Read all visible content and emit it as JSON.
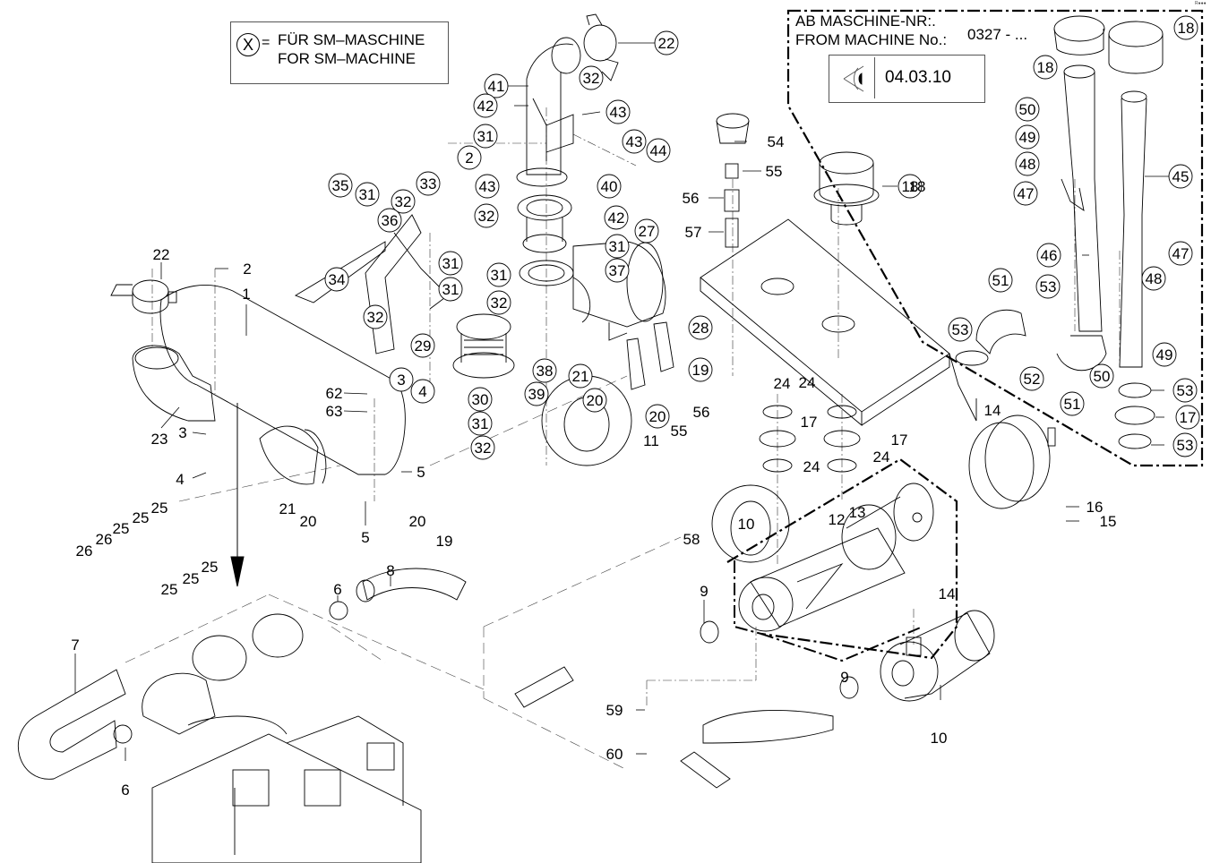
{
  "legend": {
    "symbol": "X",
    "equals": "=",
    "line_de": "FÜR SM–MASCHINE",
    "line_en": "FOR SM–MACHINE"
  },
  "variant_panel": {
    "line_de": "AB MASCHINE-NR:.",
    "line_en": "FROM MACHINE No.:",
    "machine_number": "0327 - ...",
    "reference_icon": "eye-view-icon",
    "reference_code": "04.03.10"
  },
  "corner_mark": "R●●●",
  "callouts_circled": [
    {
      "id": "c22a",
      "label": "22"
    },
    {
      "id": "c41",
      "label": "41"
    },
    {
      "id": "c32a",
      "label": "32"
    },
    {
      "id": "c42a",
      "label": "42"
    },
    {
      "id": "c43a",
      "label": "43"
    },
    {
      "id": "c31a",
      "label": "31"
    },
    {
      "id": "c43b",
      "label": "43"
    },
    {
      "id": "c44",
      "label": "44"
    },
    {
      "id": "c2a",
      "label": "2"
    },
    {
      "id": "c43c",
      "label": "43"
    },
    {
      "id": "c40",
      "label": "40"
    },
    {
      "id": "c35",
      "label": "35"
    },
    {
      "id": "c31b",
      "label": "31"
    },
    {
      "id": "c32b",
      "label": "32"
    },
    {
      "id": "c33",
      "label": "33"
    },
    {
      "id": "c32c",
      "label": "32"
    },
    {
      "id": "c42b",
      "label": "42"
    },
    {
      "id": "c36",
      "label": "36"
    },
    {
      "id": "c31c",
      "label": "31"
    },
    {
      "id": "c27",
      "label": "27"
    },
    {
      "id": "c31d",
      "label": "31"
    },
    {
      "id": "c37",
      "label": "37"
    },
    {
      "id": "c34",
      "label": "34"
    },
    {
      "id": "c31e",
      "label": "31"
    },
    {
      "id": "c31f",
      "label": "31"
    },
    {
      "id": "c32d",
      "label": "32"
    },
    {
      "id": "c32e",
      "label": "32"
    },
    {
      "id": "c28",
      "label": "28"
    },
    {
      "id": "c29",
      "label": "29"
    },
    {
      "id": "c3a",
      "label": "3"
    },
    {
      "id": "c38",
      "label": "38"
    },
    {
      "id": "c21a",
      "label": "21"
    },
    {
      "id": "c4a",
      "label": "4"
    },
    {
      "id": "c39",
      "label": "39"
    },
    {
      "id": "c20a",
      "label": "20"
    },
    {
      "id": "c19a",
      "label": "19"
    },
    {
      "id": "c30",
      "label": "30"
    },
    {
      "id": "c31g",
      "label": "31"
    },
    {
      "id": "c32f",
      "label": "32"
    },
    {
      "id": "c20b",
      "label": "20"
    },
    {
      "id": "c18a",
      "label": "18"
    },
    {
      "id": "c18b",
      "label": "18"
    },
    {
      "id": "c18c",
      "label": "18"
    },
    {
      "id": "c50a",
      "label": "50"
    },
    {
      "id": "c49a",
      "label": "49"
    },
    {
      "id": "c48a",
      "label": "48"
    },
    {
      "id": "c47a",
      "label": "47"
    },
    {
      "id": "c45",
      "label": "45"
    },
    {
      "id": "c46",
      "label": "46"
    },
    {
      "id": "c47b",
      "label": "47"
    },
    {
      "id": "c51a",
      "label": "51"
    },
    {
      "id": "c53a",
      "label": "53"
    },
    {
      "id": "c48b",
      "label": "48"
    },
    {
      "id": "c53b",
      "label": "53"
    },
    {
      "id": "c52",
      "label": "52"
    },
    {
      "id": "c50b",
      "label": "50"
    },
    {
      "id": "c49b",
      "label": "49"
    },
    {
      "id": "c51b",
      "label": "51"
    },
    {
      "id": "c53c",
      "label": "53"
    },
    {
      "id": "c17a",
      "label": "17"
    },
    {
      "id": "c53d",
      "label": "53"
    }
  ],
  "callouts_plain": [
    {
      "id": "p22",
      "label": "22"
    },
    {
      "id": "p2",
      "label": "2"
    },
    {
      "id": "p1",
      "label": "1"
    },
    {
      "id": "p23",
      "label": "23"
    },
    {
      "id": "p3",
      "label": "3"
    },
    {
      "id": "p4",
      "label": "4"
    },
    {
      "id": "p62",
      "label": "62"
    },
    {
      "id": "p63",
      "label": "63"
    },
    {
      "id": "p5a",
      "label": "5"
    },
    {
      "id": "p5b",
      "label": "5"
    },
    {
      "id": "p21",
      "label": "21"
    },
    {
      "id": "p20a",
      "label": "20"
    },
    {
      "id": "p20b",
      "label": "20"
    },
    {
      "id": "p19",
      "label": "19"
    },
    {
      "id": "p26a",
      "label": "26"
    },
    {
      "id": "p26b",
      "label": "26"
    },
    {
      "id": "p25a",
      "label": "25"
    },
    {
      "id": "p25b",
      "label": "25"
    },
    {
      "id": "p25c",
      "label": "25"
    },
    {
      "id": "p25d",
      "label": "25"
    },
    {
      "id": "p25e",
      "label": "25"
    },
    {
      "id": "p25f",
      "label": "25"
    },
    {
      "id": "p6a",
      "label": "6"
    },
    {
      "id": "p8",
      "label": "8"
    },
    {
      "id": "p7",
      "label": "7"
    },
    {
      "id": "p6b",
      "label": "6"
    },
    {
      "id": "p54",
      "label": "54"
    },
    {
      "id": "p55a",
      "label": "55"
    },
    {
      "id": "p56a",
      "label": "56"
    },
    {
      "id": "p57",
      "label": "57"
    },
    {
      "id": "p18",
      "label": "18"
    },
    {
      "id": "p56b",
      "label": "56"
    },
    {
      "id": "p55b",
      "label": "55"
    },
    {
      "id": "p11",
      "label": "11"
    },
    {
      "id": "p58",
      "label": "58"
    },
    {
      "id": "p24a",
      "label": "24"
    },
    {
      "id": "p24b",
      "label": "24"
    },
    {
      "id": "p17a",
      "label": "17"
    },
    {
      "id": "p17b",
      "label": "17"
    },
    {
      "id": "p24c",
      "label": "24"
    },
    {
      "id": "p24d",
      "label": "24"
    },
    {
      "id": "p10a",
      "label": "10"
    },
    {
      "id": "p12",
      "label": "12"
    },
    {
      "id": "p13",
      "label": "13"
    },
    {
      "id": "p14a",
      "label": "14"
    },
    {
      "id": "p16",
      "label": "16"
    },
    {
      "id": "p15",
      "label": "15"
    },
    {
      "id": "p9a",
      "label": "9"
    },
    {
      "id": "p14b",
      "label": "14"
    },
    {
      "id": "p9b",
      "label": "9"
    },
    {
      "id": "p10b",
      "label": "10"
    },
    {
      "id": "p59",
      "label": "59"
    },
    {
      "id": "p60",
      "label": "60"
    }
  ]
}
